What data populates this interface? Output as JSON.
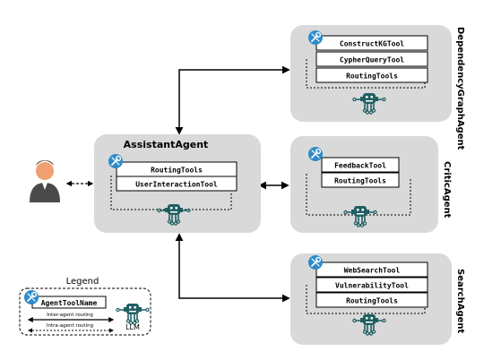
{
  "colors": {
    "agent_panel": "#d9d9d9",
    "tool_box": "#ffffff",
    "robot": "#1f5f63",
    "wrench_badge": "#2e8bc9",
    "user_icon": "#f0a070",
    "line": "#000000"
  },
  "agents": {
    "assistant": {
      "name": "AssistantAgent",
      "tools": [
        "RoutingTools",
        "UserInteractionTool"
      ]
    },
    "dependency_graph": {
      "name": "DependencyGraphAgent",
      "tools": [
        "ConstructKGTool",
        "CypherQueryTool",
        "RoutingTools"
      ]
    },
    "critic": {
      "name": "CriticAgent",
      "tools": [
        "FeedbackTool",
        "RoutingTools"
      ]
    },
    "search": {
      "name": "SearchAgent",
      "tools": [
        "WebSearchTool",
        "VulnerabilityTool",
        "RoutingTools"
      ]
    }
  },
  "legend": {
    "title": "Legend",
    "tool_name_sample": "AgentToolName",
    "inter_agent_label": "Inter-agent routing",
    "intra_agent_label": "Intra-agent routing",
    "llm_label": "LLM"
  },
  "icons": {
    "user": "user-icon",
    "tool_badge": "wrench-icon",
    "llm": "robot-icon"
  }
}
